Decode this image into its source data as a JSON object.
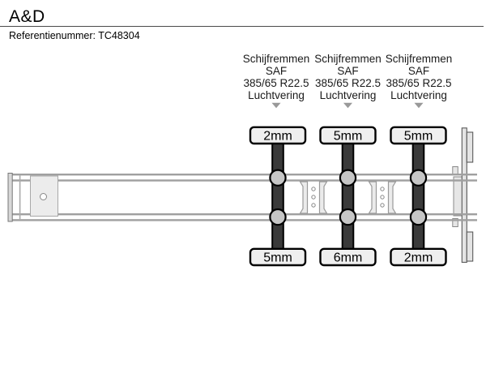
{
  "header": {
    "title": "A&D",
    "reference": "Referentienummer: TC48304"
  },
  "axles": [
    {
      "spec": {
        "brakes": "Schijfremmen",
        "brand": "SAF",
        "tyres": "385/65 R22.5",
        "suspension": "Luchtvering"
      },
      "top_value": "2mm",
      "bottom_value": "5mm"
    },
    {
      "spec": {
        "brakes": "Schijfremmen",
        "brand": "SAF",
        "tyres": "385/65 R22.5",
        "suspension": "Luchtvering"
      },
      "top_value": "5mm",
      "bottom_value": "6mm"
    },
    {
      "spec": {
        "brakes": "Schijfremmen",
        "brand": "SAF",
        "tyres": "385/65 R22.5",
        "suspension": "Luchtvering"
      },
      "top_value": "5mm",
      "bottom_value": "2mm"
    }
  ],
  "colors": {
    "axle_bar": "#3a3a3a",
    "hub": "#c6c6c6",
    "label_box": "#efefef",
    "pointer_arrow": "#999999"
  }
}
